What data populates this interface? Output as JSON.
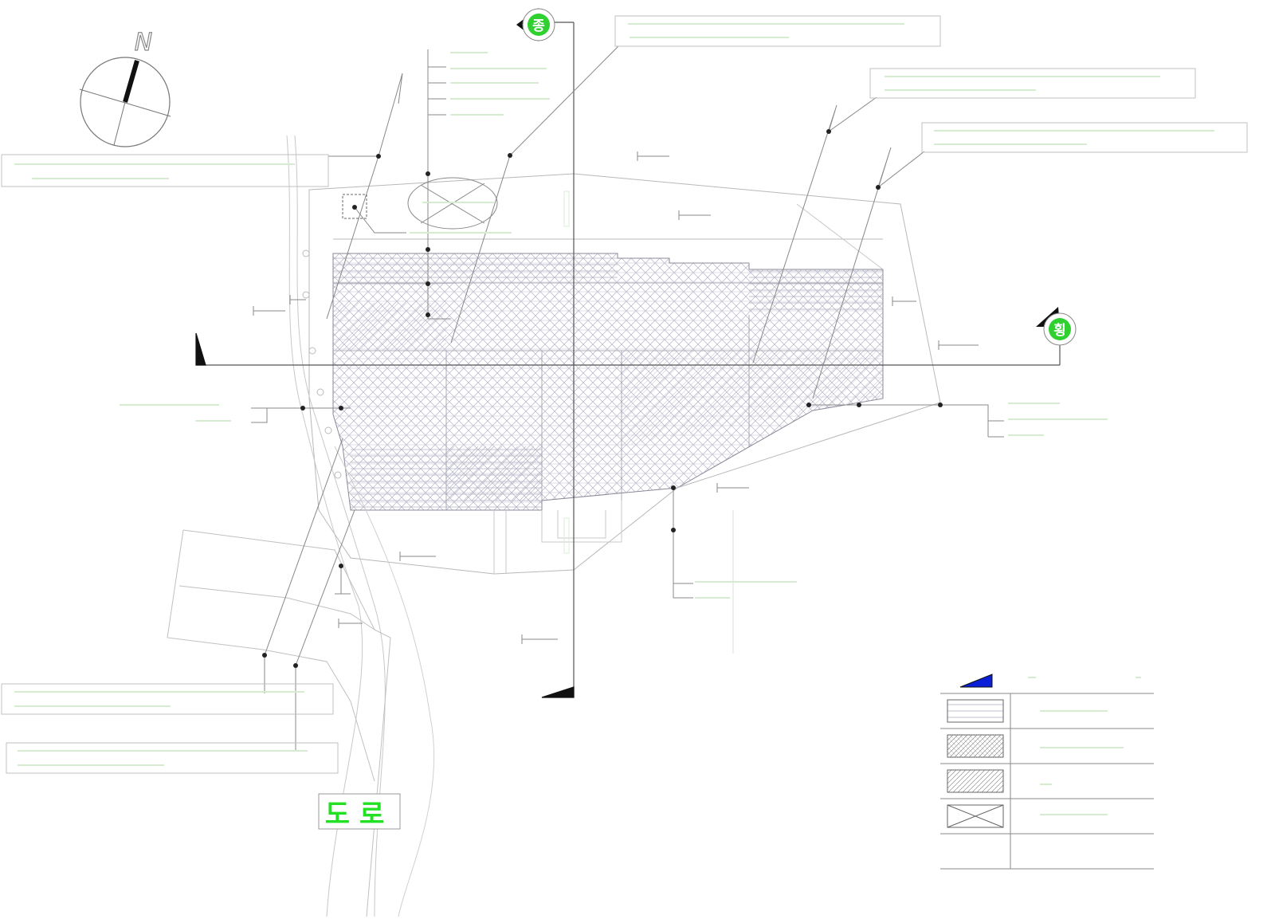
{
  "compass": {
    "label": "N"
  },
  "section_markers": {
    "longitudinal": "종",
    "transverse": "횡"
  },
  "road_label": "도로",
  "colors": {
    "linework": "#9a9a9a",
    "annotation": "#c8e8c0",
    "marker_fill": "#2fd02f",
    "badge_text": "#22d022",
    "legend_accent": "#0a1fd6",
    "hatch": "#a8a8bc"
  },
  "legend": {
    "rows": 5
  }
}
